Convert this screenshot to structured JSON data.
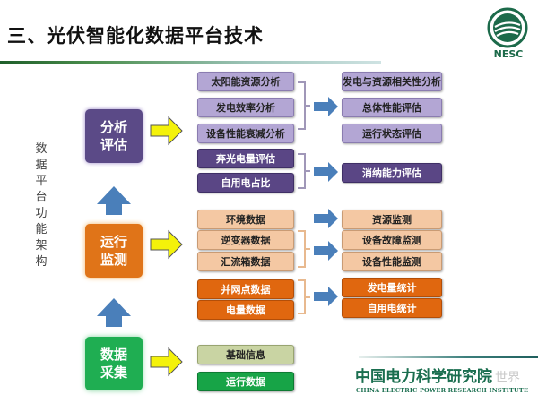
{
  "title": "三、光伏智能化数据平台技术",
  "logo": {
    "text": "NESC",
    "color": "#1c6a4a"
  },
  "side_label": [
    "数",
    "据",
    "平",
    "台",
    "功",
    "能",
    "架",
    "构"
  ],
  "categories": [
    {
      "id": "analysis",
      "label_line1": "分析",
      "label_line2": "评估",
      "color": "#5b4a87"
    },
    {
      "id": "monitor",
      "label_line1": "运行",
      "label_line2": "监测",
      "color": "#e07418"
    },
    {
      "id": "collect",
      "label_line1": "数据",
      "label_line2": "采集",
      "color": "#1fae52"
    }
  ],
  "analysis": {
    "inputs": [
      "太阳能资源分析",
      "发电效率分析",
      "设备性能衰减分析",
      "弃光电量评估",
      "自用电占比"
    ],
    "outputs": [
      "发电与资源相关性分析",
      "总体性能评估",
      "运行状态评估",
      "消纳能力评估"
    ]
  },
  "monitor": {
    "inputs": [
      "环境数据",
      "逆变器数据",
      "汇流箱数据",
      "并网点数据",
      "电量数据"
    ],
    "outputs": [
      "资源监测",
      "设备故障监测",
      "设备性能监测",
      "发电量统计",
      "自用电统计"
    ]
  },
  "collect": {
    "inputs": [
      "基础信息",
      "运行数据"
    ]
  },
  "colors": {
    "light_purple": "#b3a6d4",
    "dark_purple": "#5a4685",
    "light_orange": "#f4c8a3",
    "dark_orange": "#e0670f",
    "light_green": "#c9d4a3",
    "dark_green": "#17a447",
    "yellow_arrow": "#f4f20a",
    "blue_arrow": "#4a7fba"
  },
  "footer": {
    "org_cn": "中国电力科学研究院",
    "watermark": "世界",
    "org_en": "CHINA ELECTRIC POWER RESEARCH INSTITUTE"
  }
}
